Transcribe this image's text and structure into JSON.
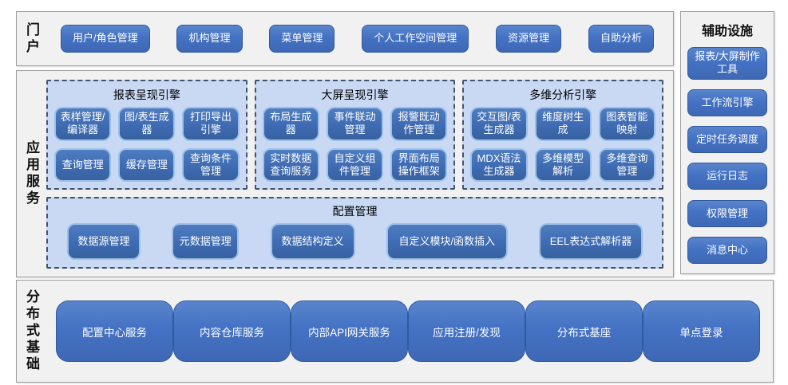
{
  "colors": {
    "accent_blue": "#4472c4",
    "inner_button_blue": "#3e6bb3",
    "inner_button_border": "#9cc0e8",
    "group_bg": "#c9d9f4",
    "group_border": "#44546a",
    "section_bg": "#f1f1f1",
    "section_border": "#9e9e9e",
    "text_on_blue": "#ffffff"
  },
  "portal": {
    "label": "门户",
    "items": [
      "用户/角色管理",
      "机构管理",
      "菜单管理",
      "个人工作空间管理",
      "资源管理",
      "自助分析"
    ]
  },
  "app_services": {
    "label": "应用服务",
    "engines": [
      {
        "title": "报表呈现引擎",
        "items": [
          "表样管理/编译器",
          "图/表生成器",
          "打印导出引擎",
          "查询管理",
          "缓存管理",
          "查询条件管理"
        ]
      },
      {
        "title": "大屏呈现引擎",
        "items": [
          "布局生成器",
          "事件联动管理",
          "报警既动作管理",
          "实时数据查询服务",
          "自定义组件管理",
          "界面布局操作框架"
        ]
      },
      {
        "title": "多维分析引擎",
        "items": [
          "交互图/表生成器",
          "维度树生成",
          "图表智能映射",
          "MDX语法生成器",
          "多维模型解析",
          "多维查询管理"
        ]
      }
    ],
    "config": {
      "title": "配置管理",
      "items": [
        "数据源管理",
        "元数据管理",
        "数据结构定义",
        "自定义模块/函数插入",
        "EEL表达式解析器"
      ]
    }
  },
  "foundation": {
    "label": "分布式基础",
    "items": [
      "配置中心服务",
      "内容仓库服务",
      "内部API网关服务",
      "应用注册/发现",
      "分布式基座",
      "单点登录"
    ]
  },
  "aux": {
    "title": "辅助设施",
    "items": [
      "报表/大屏制作工具",
      "工作流引擎",
      "定时任务调度",
      "运行日志",
      "权限管理",
      "消息中心"
    ]
  }
}
